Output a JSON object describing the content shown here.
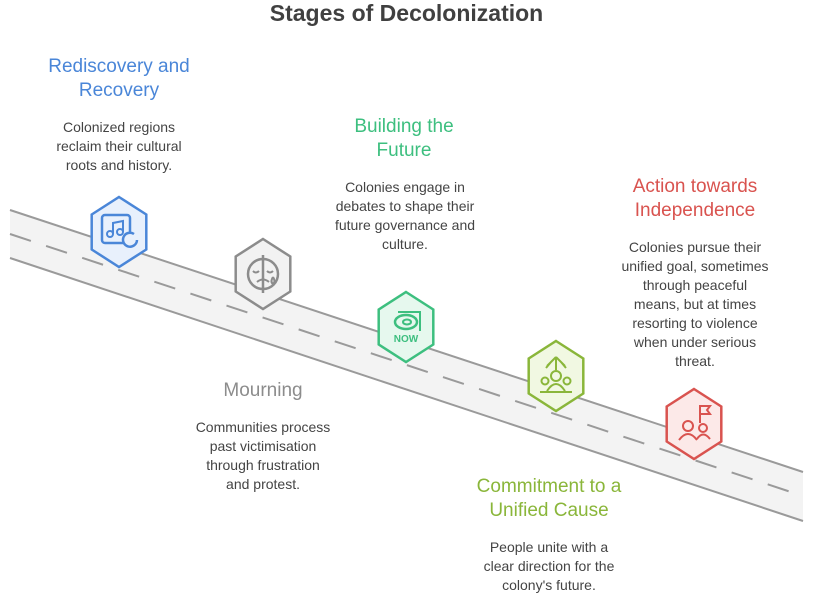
{
  "title": "Stages of Decolonization",
  "stages": [
    {
      "heading": "Rediscovery and Recovery",
      "description": "Colonized regions reclaim their cultural roots and history.",
      "color": "#4a86d8",
      "fill": "#e8f0fc",
      "icon": "music-note-refresh-icon"
    },
    {
      "heading": "Mourning",
      "description": "Communities process past victimisation through frustration and protest.",
      "color": "#8c8c8c",
      "fill": "#f2f2f2",
      "icon": "sad-face-tear-icon"
    },
    {
      "heading": "Building the Future",
      "description": "Colonies engage in debates to shape their future governance and culture.",
      "color": "#3dbf7f",
      "fill": "#e6f8ee",
      "icon": "now-icon",
      "icon_text": "NOW"
    },
    {
      "heading": "Commitment to a Unified Cause",
      "description": "People unite with a clear direction for the colony's future.",
      "color": "#8ab63a",
      "fill": "#f1f8e2",
      "icon": "group-up-arrow-icon"
    },
    {
      "heading": "Action towards Independence",
      "description": "Colonies pursue their unified goal, sometimes through peaceful means, but at times resorting to violence when under serious threat.",
      "color": "#d9534f",
      "fill": "#fce9e8",
      "icon": "people-flag-icon"
    }
  ]
}
